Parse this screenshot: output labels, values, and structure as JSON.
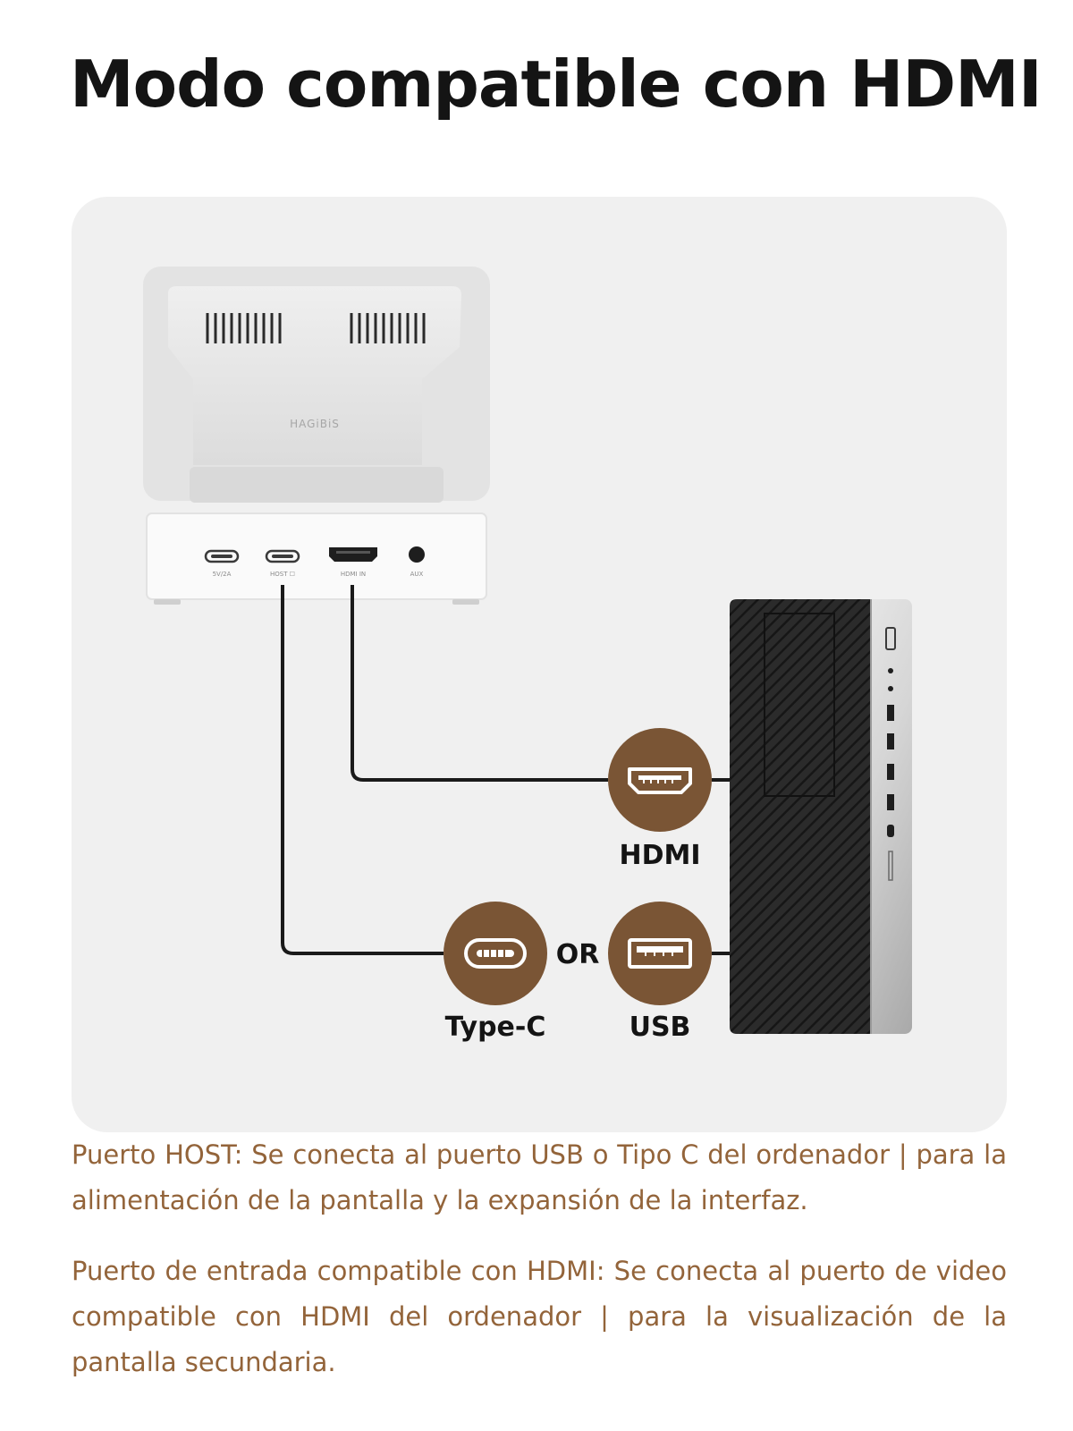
{
  "title": "Modo compatible con HDMI",
  "device": {
    "brand": "HAGiBiS",
    "ports": [
      "5V/2A",
      "HOST ☐",
      "HDMI IN",
      "AUX"
    ]
  },
  "connectors": {
    "hdmi": "HDMI",
    "or": "OR",
    "typec": "Type-C",
    "usb": "USB"
  },
  "colors": {
    "accent": "#7a5535",
    "text_accent": "#93643a",
    "panel_bg": "#f0f0f0",
    "cable": "#1a1a1a"
  },
  "descriptions": [
    "Puerto HOST: Se conecta al puerto USB o Tipo C del ordenador | para la alimentación de la pantalla y la expansión de la interfaz.",
    "Puerto de entrada compatible con HDMI: Se conecta al puerto de video compatible con HDMI del ordenador | para la visualización de la pantalla secundaria."
  ]
}
